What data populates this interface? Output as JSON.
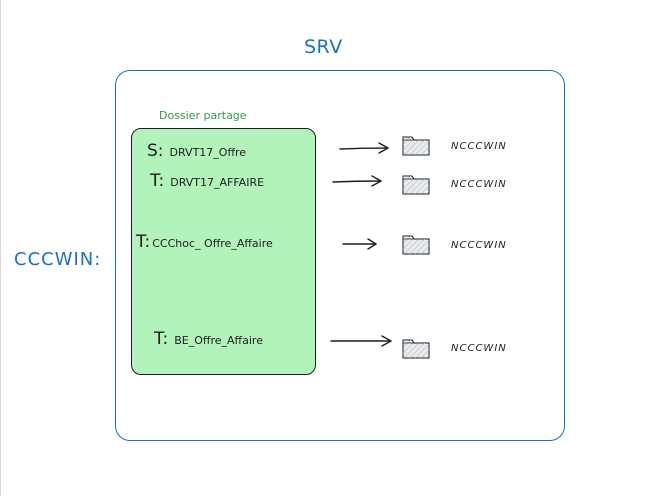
{
  "diagram": {
    "server_label": "SRV",
    "client_label": "CCCWIN:",
    "shared_folder_title": "Dossier partage",
    "mappings": [
      {
        "drive": "S:",
        "share": "DRVT17_Offre",
        "target": "NCCCWIN"
      },
      {
        "drive": "T:",
        "share": "DRVT17_AFFAIRE",
        "target": "NCCCWIN"
      },
      {
        "drive": "T:",
        "share": "CCChoc_ Offre_Affaire",
        "target": "NCCCWIN"
      },
      {
        "drive": "T:",
        "share": "BE_Offre_Affaire",
        "target": "NCCCWIN"
      }
    ],
    "colors": {
      "server_stroke": "#1971c2",
      "shared_fill": "#b2f2bb",
      "shared_title": "#2f9e44",
      "ink": "#1e1e1e",
      "folder_fill": "#e9ecef"
    },
    "icons": {
      "arrow": "arrow-right-icon",
      "folder": "folder-icon"
    }
  }
}
